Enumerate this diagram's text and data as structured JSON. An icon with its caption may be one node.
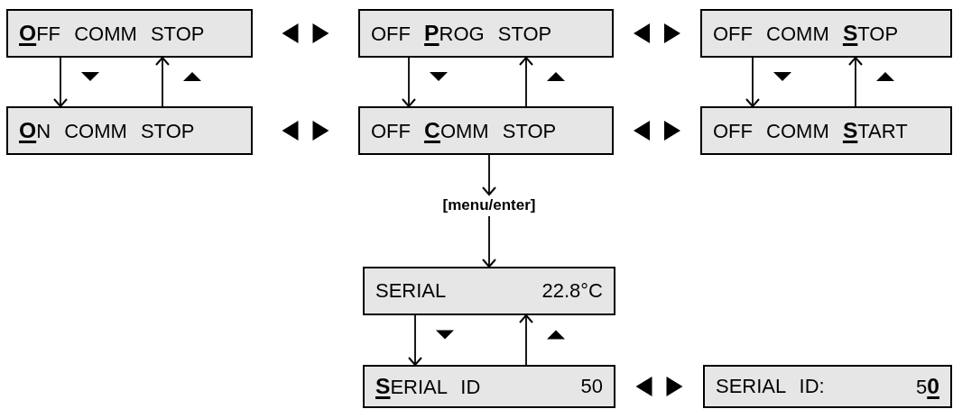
{
  "diagram": {
    "nodes": [
      {
        "text": [
          "**O**FF COMM STOP"
        ]
      },
      {
        "text": [
          "OFF **P**ROG STOP"
        ]
      },
      {
        "text": [
          "OFF COMM **S**TOP"
        ]
      },
      {
        "text": [
          "**O**N COMM STOP"
        ]
      },
      {
        "text": [
          "OFF **C**OMM STOP"
        ]
      },
      {
        "text": [
          "OFF COMM **S**TART"
        ]
      },
      {
        "text": [
          "[menu/enter]"
        ]
      },
      {
        "text": [
          "SERIAL",
          "22.8°C"
        ]
      },
      {
        "text": [
          "**S**ERIAL ID",
          "50"
        ]
      },
      {
        "text": [
          "SERIAL ID:",
          "5**0**"
        ]
      }
    ],
    "edges": [
      {
        "from": 0,
        "to": 3,
        "arrow": "to"
      },
      {
        "from": 3,
        "to": 0,
        "arrow": "to"
      },
      {
        "from": 1,
        "to": 4,
        "arrow": "to"
      },
      {
        "from": 4,
        "to": 1,
        "arrow": "to"
      },
      {
        "from": 2,
        "to": 5,
        "arrow": "to"
      },
      {
        "from": 5,
        "to": 2,
        "arrow": "to"
      },
      {
        "from": 4,
        "to": 6,
        "arrow": "to"
      },
      {
        "from": 6,
        "to": 7,
        "arrow": "to"
      },
      {
        "from": 7,
        "to": 8,
        "arrow": "to"
      },
      {
        "from": 8,
        "to": 7,
        "arrow": "to"
      }
    ]
  }
}
